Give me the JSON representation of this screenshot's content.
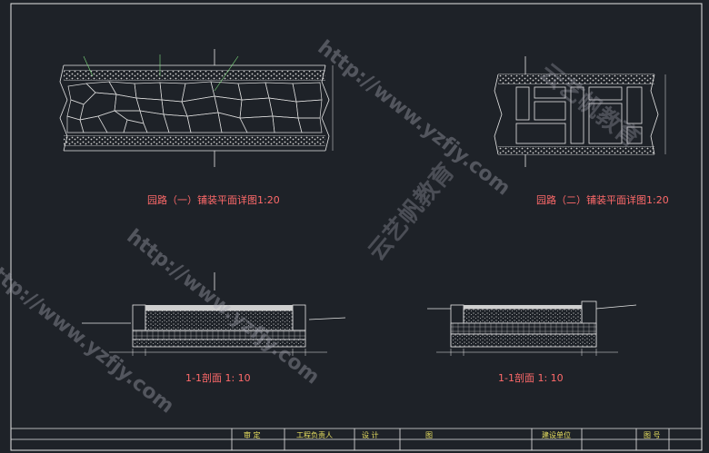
{
  "plan_one": {
    "title": "园路（一）铺装平面详图1:20"
  },
  "plan_two": {
    "title": "园路（二）铺装平面详图1:20"
  },
  "section_left": {
    "title": "1-1剖面  1: 10"
  },
  "section_right": {
    "title": "1-1剖面  1: 10"
  },
  "title_block": {
    "review": "审 定",
    "owner": "工程负责人",
    "design": "设 计",
    "drawing_name_label": "图",
    "construction_unit": "建设单位",
    "drawing_no": "图 号"
  },
  "watermarks": {
    "url": "http://www.yzfjy.com",
    "cn": "云艺帆教育"
  },
  "colors": {
    "background": "#1e2228",
    "title_red": "#ff6a6a",
    "annotation_green": "#7fe07f",
    "dimension_yellow": "#e8e060",
    "linework": "#e6e6e6"
  }
}
